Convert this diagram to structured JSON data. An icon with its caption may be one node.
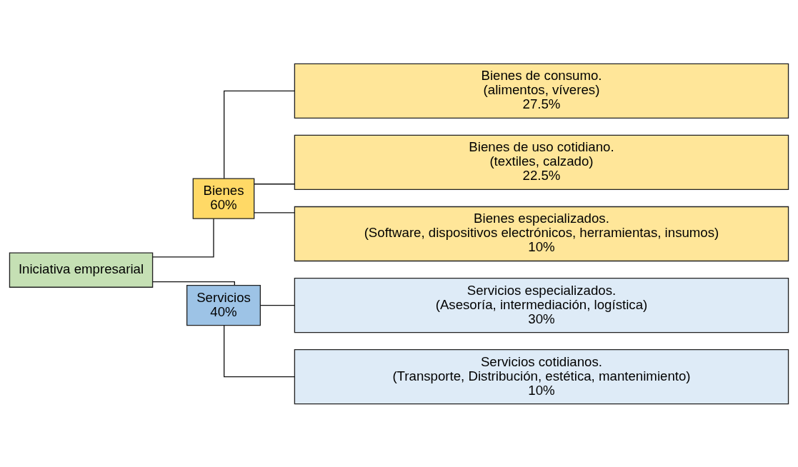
{
  "diagram": {
    "nodes": [
      {
        "text": [
          "Iniciativa empresarial"
        ]
      },
      {
        "text": [
          "Bienes",
          "60%"
        ]
      },
      {
        "text": [
          "Servicios",
          "40%"
        ]
      },
      {
        "text": [
          "Bienes de consumo.",
          "(alimentos, víveres)",
          "27.5%"
        ]
      },
      {
        "text": [
          "Bienes de uso cotidiano.",
          "(textiles, calzado)",
          "22.5%"
        ]
      },
      {
        "text": [
          "Bienes especializados.",
          "(Software, dispositivos electrónicos, herramientas, insumos)",
          "10%"
        ]
      },
      {
        "text": [
          "Servicios especializados.",
          "(Asesoría, intermediación, logística)",
          "30%"
        ]
      },
      {
        "text": [
          "Servicios cotidianos.",
          "(Transporte, Distribución, estética, mantenimiento)",
          "10%"
        ]
      }
    ],
    "edges": [
      {
        "from": 0,
        "to": 1,
        "arrow": "none"
      },
      {
        "from": 0,
        "to": 2,
        "arrow": "none"
      },
      {
        "from": 1,
        "to": 3,
        "arrow": "none"
      },
      {
        "from": 1,
        "to": 4,
        "arrow": "none"
      },
      {
        "from": 1,
        "to": 5,
        "arrow": "none"
      },
      {
        "from": 2,
        "to": 6,
        "arrow": "none"
      },
      {
        "from": 2,
        "to": 7,
        "arrow": "none"
      }
    ]
  }
}
